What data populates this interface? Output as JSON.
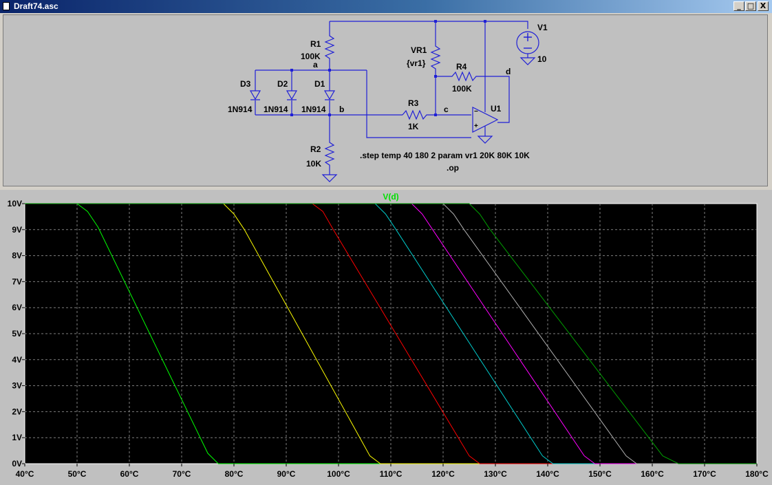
{
  "window": {
    "title": "Draft74.asc",
    "buttons": {
      "minimize": "_",
      "restore": "□",
      "close": "X"
    }
  },
  "schematic": {
    "wire_color": "#1f1fd6",
    "labels": {
      "r1_name": "R1",
      "r1_value": "100K",
      "r2_name": "R2",
      "r2_value": "10K",
      "r3_name": "R3",
      "r3_value": "1K",
      "r4_name": "R4",
      "r4_value": "100K",
      "vr1_name": "VR1",
      "vr1_value": "{vr1}",
      "v1_name": "V1",
      "v1_value": "10",
      "d1_name": "D1",
      "d1_model": "1N914",
      "d2_name": "D2",
      "d2_model": "1N914",
      "d3_name": "D3",
      "d3_model": "1N914",
      "u1_name": "U1",
      "node_a": "a",
      "node_b": "b",
      "node_c": "c",
      "node_d": "d",
      "directive_step": ".step temp 40 180 2 param vr1 20K 80K 10K",
      "directive_op": ".op"
    }
  },
  "chart_data": {
    "type": "line",
    "title": "V(d)",
    "title_color": "#00e000",
    "background": "#000000",
    "grid": true,
    "xlim": [
      40,
      180
    ],
    "ylim": [
      0,
      10
    ],
    "x_ticks": [
      40,
      50,
      60,
      70,
      80,
      90,
      100,
      110,
      120,
      130,
      140,
      150,
      160,
      170,
      180
    ],
    "x_tick_labels": [
      "40°C",
      "50°C",
      "60°C",
      "70°C",
      "80°C",
      "90°C",
      "100°C",
      "110°C",
      "120°C",
      "130°C",
      "140°C",
      "150°C",
      "160°C",
      "170°C",
      "180°C"
    ],
    "y_ticks": [
      0,
      1,
      2,
      3,
      4,
      5,
      6,
      7,
      8,
      9,
      10
    ],
    "y_tick_labels": [
      "0V",
      "1V",
      "2V",
      "3V",
      "4V",
      "5V",
      "6V",
      "7V",
      "8V",
      "9V",
      "10V"
    ],
    "series": [
      {
        "color": "#00ff00",
        "x": [
          40,
          50,
          52,
          54,
          75,
          77,
          180
        ],
        "y": [
          10,
          10,
          9.7,
          9.1,
          0.4,
          0,
          0
        ]
      },
      {
        "color": "#ffff00",
        "x": [
          40,
          78,
          80,
          82,
          106,
          108,
          180
        ],
        "y": [
          10,
          10,
          9.6,
          9.0,
          0.3,
          0,
          0
        ]
      },
      {
        "color": "#ff0000",
        "x": [
          40,
          95,
          97,
          99,
          125,
          127,
          180
        ],
        "y": [
          10,
          10,
          9.7,
          9.0,
          0.3,
          0,
          0
        ]
      },
      {
        "color": "#00cccc",
        "x": [
          40,
          107,
          109,
          111,
          139,
          141,
          180
        ],
        "y": [
          10,
          10,
          9.6,
          9.0,
          0.3,
          0,
          0
        ]
      },
      {
        "color": "#ff00ff",
        "x": [
          40,
          114,
          116,
          118,
          147,
          149,
          180
        ],
        "y": [
          10,
          10,
          9.6,
          9.0,
          0.3,
          0,
          0
        ]
      },
      {
        "color": "#b0b0b0",
        "x": [
          40,
          120,
          122,
          124,
          155,
          157,
          180
        ],
        "y": [
          10,
          10,
          9.6,
          9.0,
          0.3,
          0,
          0
        ]
      },
      {
        "color": "#00a000",
        "x": [
          40,
          125,
          127,
          129,
          162,
          165,
          180
        ],
        "y": [
          10,
          10,
          9.6,
          9.0,
          0.3,
          0,
          0
        ]
      }
    ]
  }
}
